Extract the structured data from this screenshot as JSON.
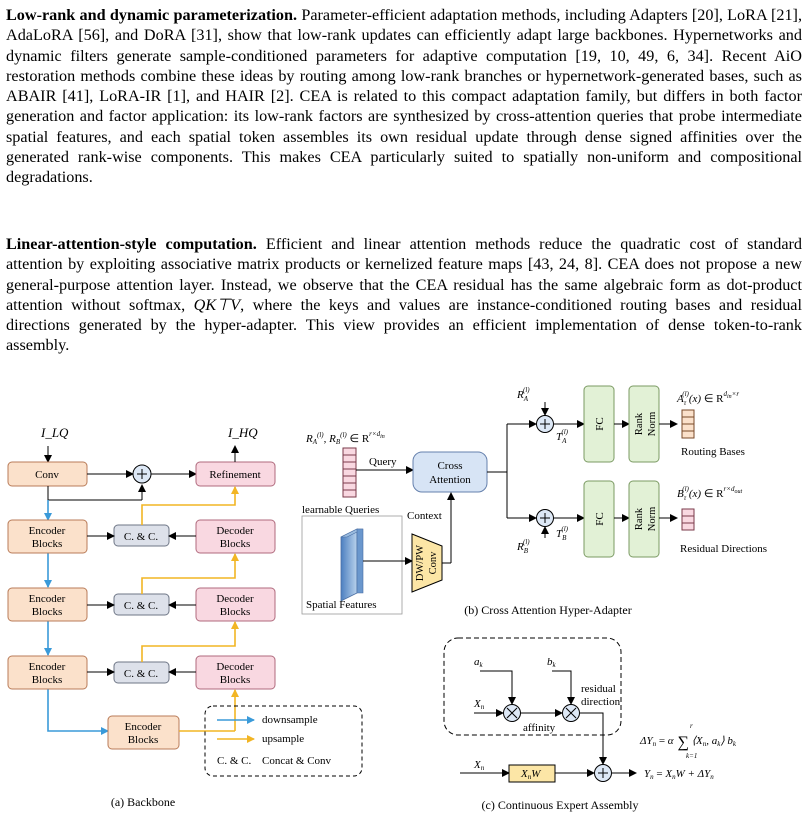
{
  "paragraphs": {
    "p1": {
      "heading": "Low-rank and dynamic parameterization.",
      "body": "Parameter-efficient adaptation methods, including Adapters [20], LoRA [21], AdaLoRA [56], and DoRA [31], show that low-rank updates can efficiently adapt large backbones. Hypernetworks and dynamic filters generate sample-conditioned parameters for adaptive computation [19, 10, 49, 6, 34]. Recent AiO restoration methods combine these ideas by routing among low-rank branches or hypernetwork-generated bases, such as ABAIR [41], LoRA-IR [1], and HAIR [2]. CEA is related to this compact adaptation family, but differs in both factor generation and factor application: its low-rank factors are synthesized by cross-attention queries that probe intermediate spatial features, and each spatial token assembles its own residual update through dense signed affinities over the generated rank-wise components. This makes CEA particularly suited to spatially non-uniform and compositional degradations."
    },
    "p2": {
      "heading": "Linear-attention-style computation.",
      "body_before": "Efficient and linear attention methods reduce the quadratic cost of standard attention by exploiting associative matrix products or kernelized feature maps [43, 24, 8]. CEA does not propose a new general-purpose attention layer. Instead, we observe that the CEA residual has the same algebraic form as dot-product attention without softmax, ",
      "math": "QK⊤V",
      "body_after": ", where the keys and values are instance-conditioned routing bases and residual directions generated by the hyper-adapter. This view provides an efficient implementation of dense token-to-rank assembly."
    }
  },
  "backbone": {
    "input": "I_LQ",
    "output": "I_HQ",
    "conv": "Conv",
    "refinement": "Refinement",
    "encoder": [
      "Encoder",
      "Blocks"
    ],
    "decoder": [
      "Decoder",
      "Blocks"
    ],
    "cc": "C. & C.",
    "legend": {
      "down": "downsample",
      "up": "upsample",
      "cc_abbr": "C. & C.",
      "cc_full": "Concat & Conv"
    },
    "caption": "(a) Backbone"
  },
  "hyper": {
    "query": "Query",
    "cross": [
      "Cross",
      "Attention"
    ],
    "learnable": "learnable Queries",
    "context": "Context",
    "spatial": "Spatial Features",
    "dwpw": [
      "DW/PW",
      "Conv"
    ],
    "fc": "FC",
    "rank_norm": [
      "Rank",
      "Norm"
    ],
    "routing": "Routing Bases",
    "residual": "Residual Directions",
    "caption": "(b) Cross Attention Hyper-Adapter"
  },
  "cea": {
    "a_k": "a",
    "b_k": "b",
    "x_n": "X",
    "affinity": "affinity",
    "residual": [
      "residual",
      "direction"
    ],
    "xnw": "XnW",
    "caption": "(c) Continuous Expert Assembly"
  },
  "colors": {
    "peach": "#fbe1cb",
    "pink": "#f9d8e1",
    "gray": "#dde1ea",
    "green": "#e2f1d6",
    "yellow_fill": "#fce6a6",
    "blue_arrow": "#3a9ad9",
    "yellow_arrow": "#f2b524",
    "circle": "#dde8f6"
  }
}
